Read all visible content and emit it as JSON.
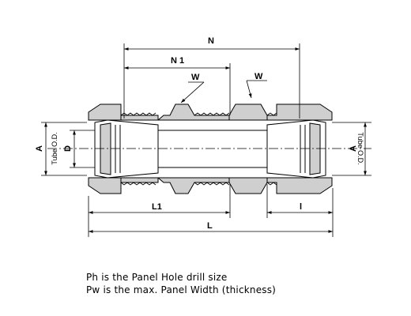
{
  "diagram": {
    "dimensions": {
      "N": "N",
      "N1": "N 1",
      "W_left": "W",
      "W_right": "W",
      "L1": "L1",
      "l": "l",
      "L": "L",
      "A_left": "A",
      "D": "D",
      "A_right": "A"
    },
    "tube_label_left": "Tube O.D.",
    "tube_label_right": "Tube O.D.",
    "colors": {
      "body_fill": "#cfcfcf",
      "outline": "#000000",
      "line": "#000000"
    }
  },
  "notes": {
    "line1": "Ph  is the Panel Hole drill size",
    "line2": "Pw is the max. Panel Width (thickness)"
  }
}
